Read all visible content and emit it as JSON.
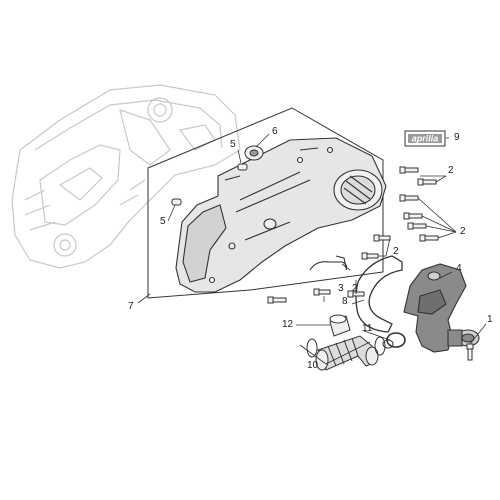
{
  "callouts": {
    "c1": "1",
    "c2a": "2",
    "c2b": "2",
    "c2c": "2",
    "c2d": "2",
    "c3": "3",
    "c4": "4",
    "c5a": "5",
    "c5b": "5",
    "c6": "6",
    "c7": "7",
    "c8": "8",
    "c9": "9",
    "c10": "10",
    "c11": "11",
    "c12": "12"
  },
  "logo": {
    "text": "aprilia"
  },
  "colors": {
    "line": "#333333",
    "ghost": "#c8c8c8",
    "part_fill": "#e6e6e6",
    "dark_part": "#8a8a8a"
  }
}
